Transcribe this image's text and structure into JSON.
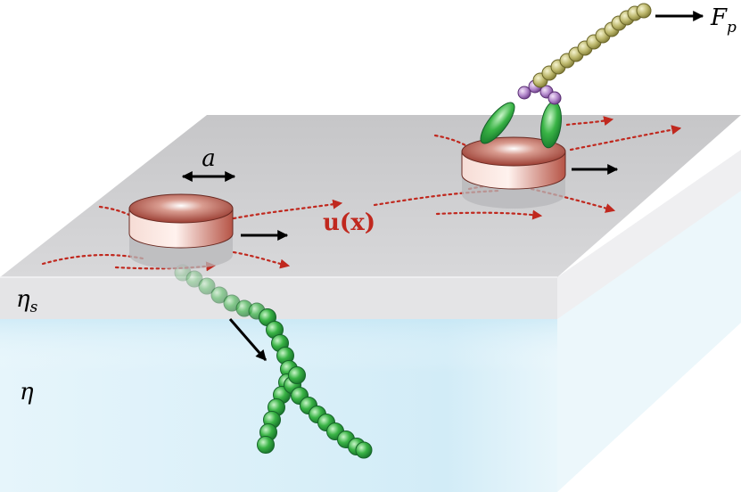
{
  "labels": {
    "disk_size": "a",
    "membrane_viscosity": "η",
    "membrane_viscosity_sub": "s",
    "bulk_viscosity": "η",
    "velocity_field": "u(x)",
    "pulling_force": "F",
    "pulling_force_sub": "p"
  },
  "colors": {
    "membrane_top": "#cfcfd1",
    "membrane_side": "#e6e6e8",
    "fluid": "#cfeaf6",
    "disk_top": "#a64b3f",
    "disk_side": "#f2d3cc",
    "flow_lines": "#c0281e",
    "filament_green": "#2fa83a",
    "filament_olive": "#b9b66a",
    "linker_purple": "#b085c8",
    "arrows": "#000000"
  },
  "icons": {
    "disk": "membrane-inclusion-disk",
    "filament": "bead-chain-filament",
    "motor": "motor-protein"
  }
}
